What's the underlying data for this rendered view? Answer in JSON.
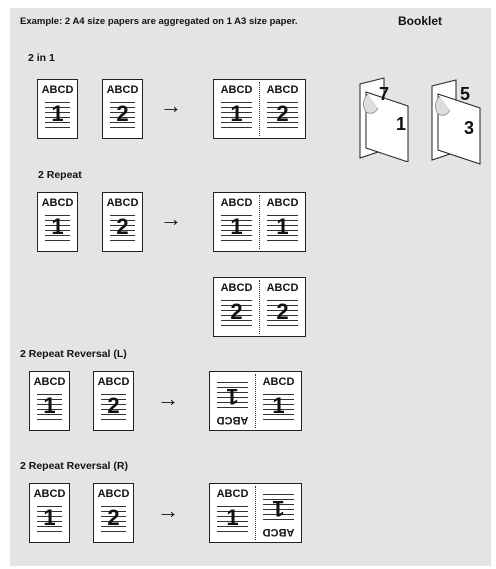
{
  "header": {
    "example": "Example: 2 A4 size papers are aggregated on 1 A3 size paper.",
    "booklet": "Booklet"
  },
  "sections": [
    {
      "title": "2 in 1"
    },
    {
      "title": "2 Repeat"
    },
    {
      "title": "2 Repeat Reversal (L)"
    },
    {
      "title": "2 Repeat Reversal (R)"
    }
  ],
  "page_text": "ABCD",
  "arrow_glyph": "→",
  "pages": {
    "two_in_one": {
      "inputs": [
        "1",
        "2"
      ],
      "output": [
        "1",
        "2"
      ]
    },
    "two_repeat": {
      "inputs": [
        "1",
        "2"
      ],
      "output_1": [
        "1",
        "1"
      ],
      "output_2": [
        "2",
        "2"
      ]
    },
    "reversal_l": {
      "inputs": [
        "1",
        "2"
      ],
      "output": [
        "1",
        "1"
      ]
    },
    "reversal_r": {
      "inputs": [
        "1",
        "2"
      ],
      "output": [
        "1",
        "1"
      ]
    }
  },
  "booklet_numbers": {
    "left": {
      "back": "7",
      "front": "1"
    },
    "right": {
      "back": "5",
      "front": "3"
    }
  }
}
